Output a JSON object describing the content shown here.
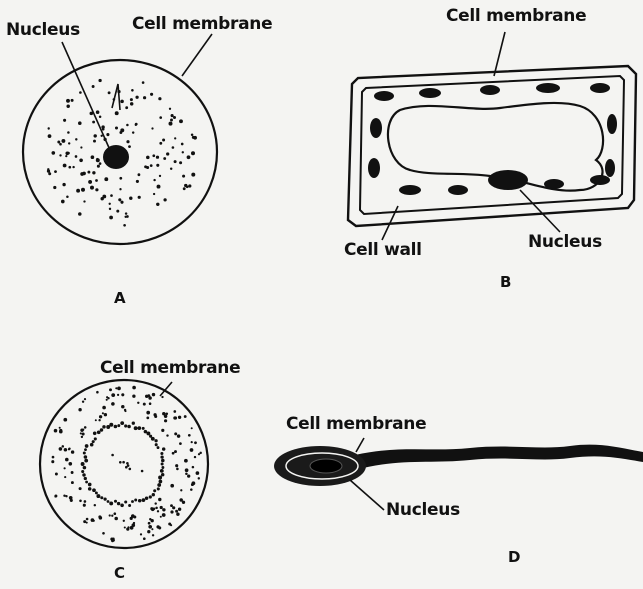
{
  "cells": {
    "a": {
      "letter": "A",
      "nucleus_label": "Nucleus",
      "membrane_label": "Cell membrane"
    },
    "b": {
      "letter": "B",
      "membrane_label": "Cell membrane",
      "wall_label": "Cell wall",
      "nucleus_label": "Nucleus"
    },
    "c": {
      "letter": "C",
      "membrane_label": "Cell membrane"
    },
    "d": {
      "letter": "D",
      "membrane_label": "Cell membrane",
      "nucleus_label": "Nucleus"
    }
  },
  "colors": {
    "ink": "#111111",
    "paper": "#f4f4f2"
  }
}
